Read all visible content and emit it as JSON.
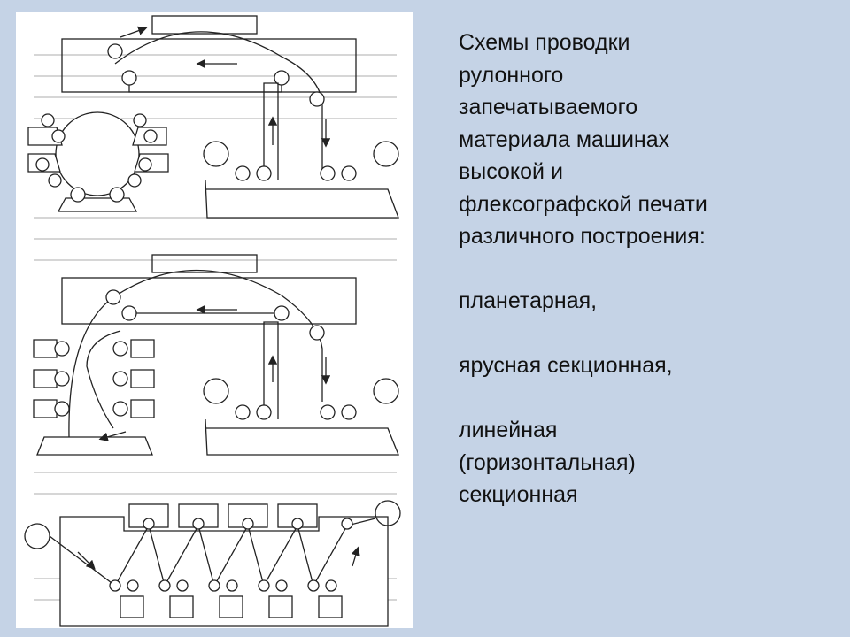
{
  "slide": {
    "heading_lines": [
      "Схемы проводки",
      "рулонного",
      "запечатываемого",
      "материала машинах",
      "высокой и",
      "флексографской печати",
      "различного построения:"
    ],
    "items": {
      "planetary": "планетарная,",
      "stack": "ярусная секционная,",
      "inline_line1": "линейная",
      "inline_line2": "(горизонтальная)",
      "inline_line3": "секционная"
    }
  },
  "colors": {
    "background": "#c5d3e6",
    "panel": "#ffffff",
    "ink": "#111111"
  },
  "icons": [
    "rewind-reel-icon",
    "unwind-reel-icon",
    "flow-arrow-icon"
  ]
}
